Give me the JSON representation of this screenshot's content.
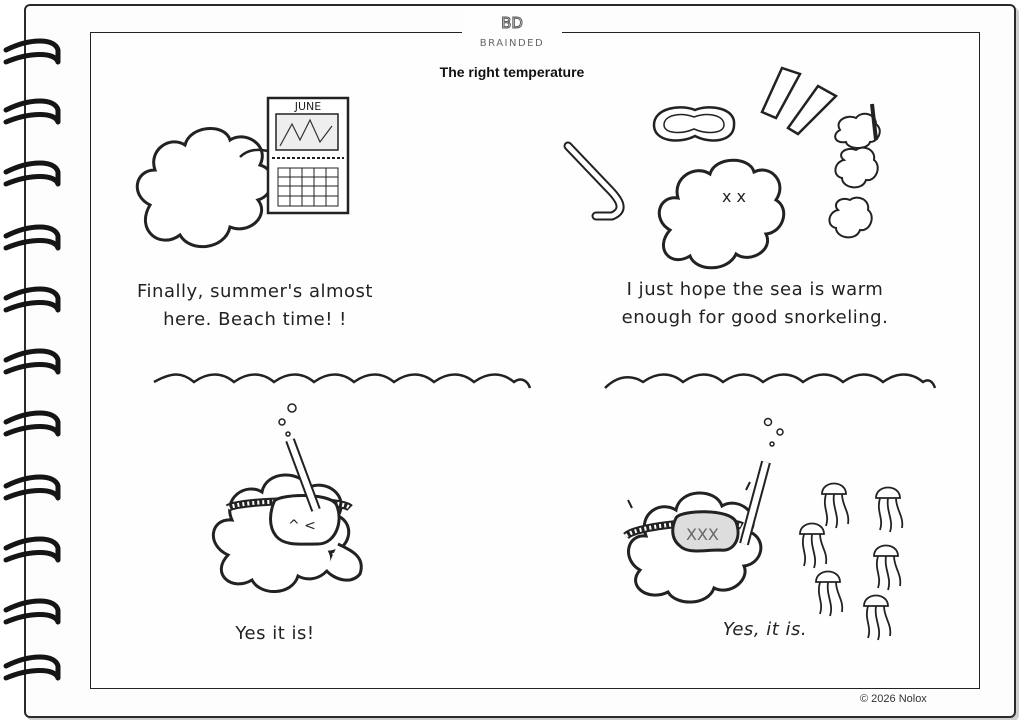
{
  "logo": {
    "initials": "BD",
    "name": "BRAINDED"
  },
  "title": "The right temperature",
  "calendar": {
    "month": "JUNE"
  },
  "panels": [
    {
      "caption_line1": "Finally, summer's almost",
      "caption_line2": "here. Beach time! !"
    },
    {
      "caption_line1": "I just hope the sea is warm",
      "caption_line2": "enough for good snorkeling."
    },
    {
      "caption": "Yes it is!"
    },
    {
      "caption": "Yes, it is."
    }
  ],
  "copyright": "© 2026 Nolox",
  "icons": [
    "spiral-binding",
    "cloud-character",
    "calendar-icon",
    "snorkel-icon",
    "mask-icon",
    "fins-icon",
    "jellyfish-icon",
    "wave-line"
  ],
  "colors": {
    "ink": "#222222",
    "paper": "#fefefe",
    "spiral": "#1a1a1a"
  }
}
